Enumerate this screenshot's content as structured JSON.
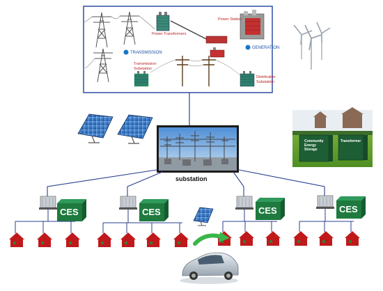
{
  "grid_box": {
    "power_transformers": "Power Transformers",
    "power_station": "Power Station",
    "transmission": "TRANSMISSION",
    "generation": "GENERATION",
    "transmission_substation_l1": "Transmission",
    "transmission_substation_l2": "Substation",
    "distribution_substation_l1": "Distribution",
    "distribution_substation_l2": "Substation"
  },
  "substation_label": "substation",
  "ces_label": "CES",
  "photo": {
    "ces_l1": "Community",
    "ces_l2": "Energy",
    "ces_l3": "Storage",
    "transformer": "Transformer"
  },
  "colors": {
    "box_border": "#2f4ea3",
    "line": "#2a3f8f",
    "ces_green": "#1e7a3e",
    "house_red": "#c0191c"
  }
}
